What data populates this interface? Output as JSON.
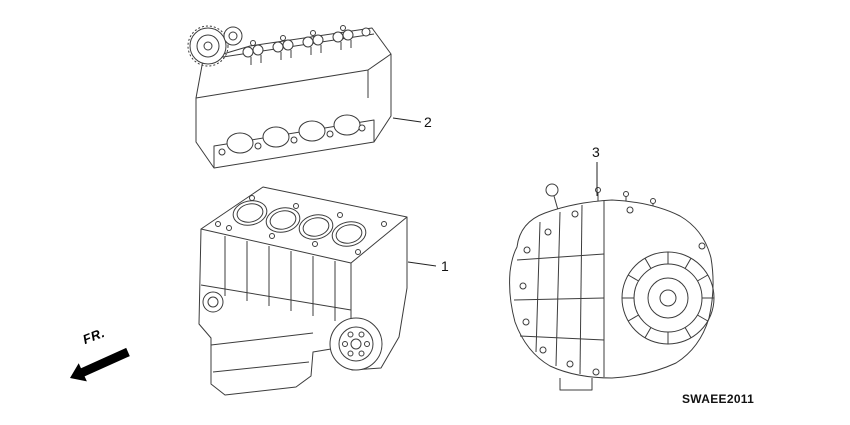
{
  "diagram": {
    "code": "SWAEE2011",
    "fr_label": "FR.",
    "callouts": [
      "1",
      "2",
      "3"
    ],
    "ink_color": "#3c3c3c",
    "text_color": "#111111"
  }
}
